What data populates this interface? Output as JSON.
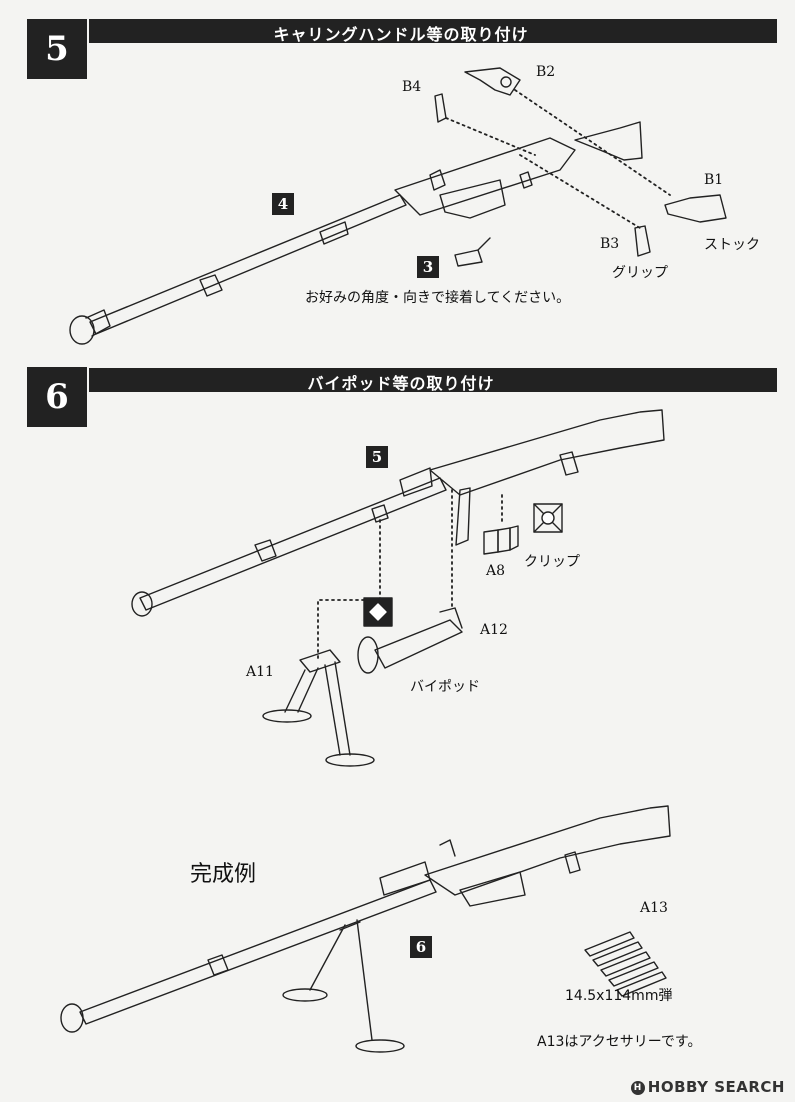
{
  "step5": {
    "number": "5",
    "title": "キャリングハンドル等の取り付け",
    "tags": {
      "t4": "4",
      "t3": "3"
    },
    "parts": {
      "b1": "B1",
      "b2": "B2",
      "b3": "B3",
      "b4": "B4"
    },
    "stock_label": "ストック",
    "grip_label": "グリップ",
    "note": "お好みの角度・向きで接着してください。"
  },
  "step6": {
    "number": "6",
    "title": "バイポッド等の取り付け",
    "tags": {
      "t5": "5"
    },
    "parts": {
      "a8": "A8",
      "a11": "A11",
      "a12": "A12"
    },
    "clip_label": "クリップ",
    "bipod_label": "バイポッド"
  },
  "completed": {
    "heading": "完成例",
    "tag": "6",
    "part_a13": "A13",
    "ammo_label": "14.5x114mm弾",
    "accessory_note": "A13はアクセサリーです。"
  },
  "watermark": {
    "logo": "H",
    "text": "HOBBY SEARCH"
  }
}
